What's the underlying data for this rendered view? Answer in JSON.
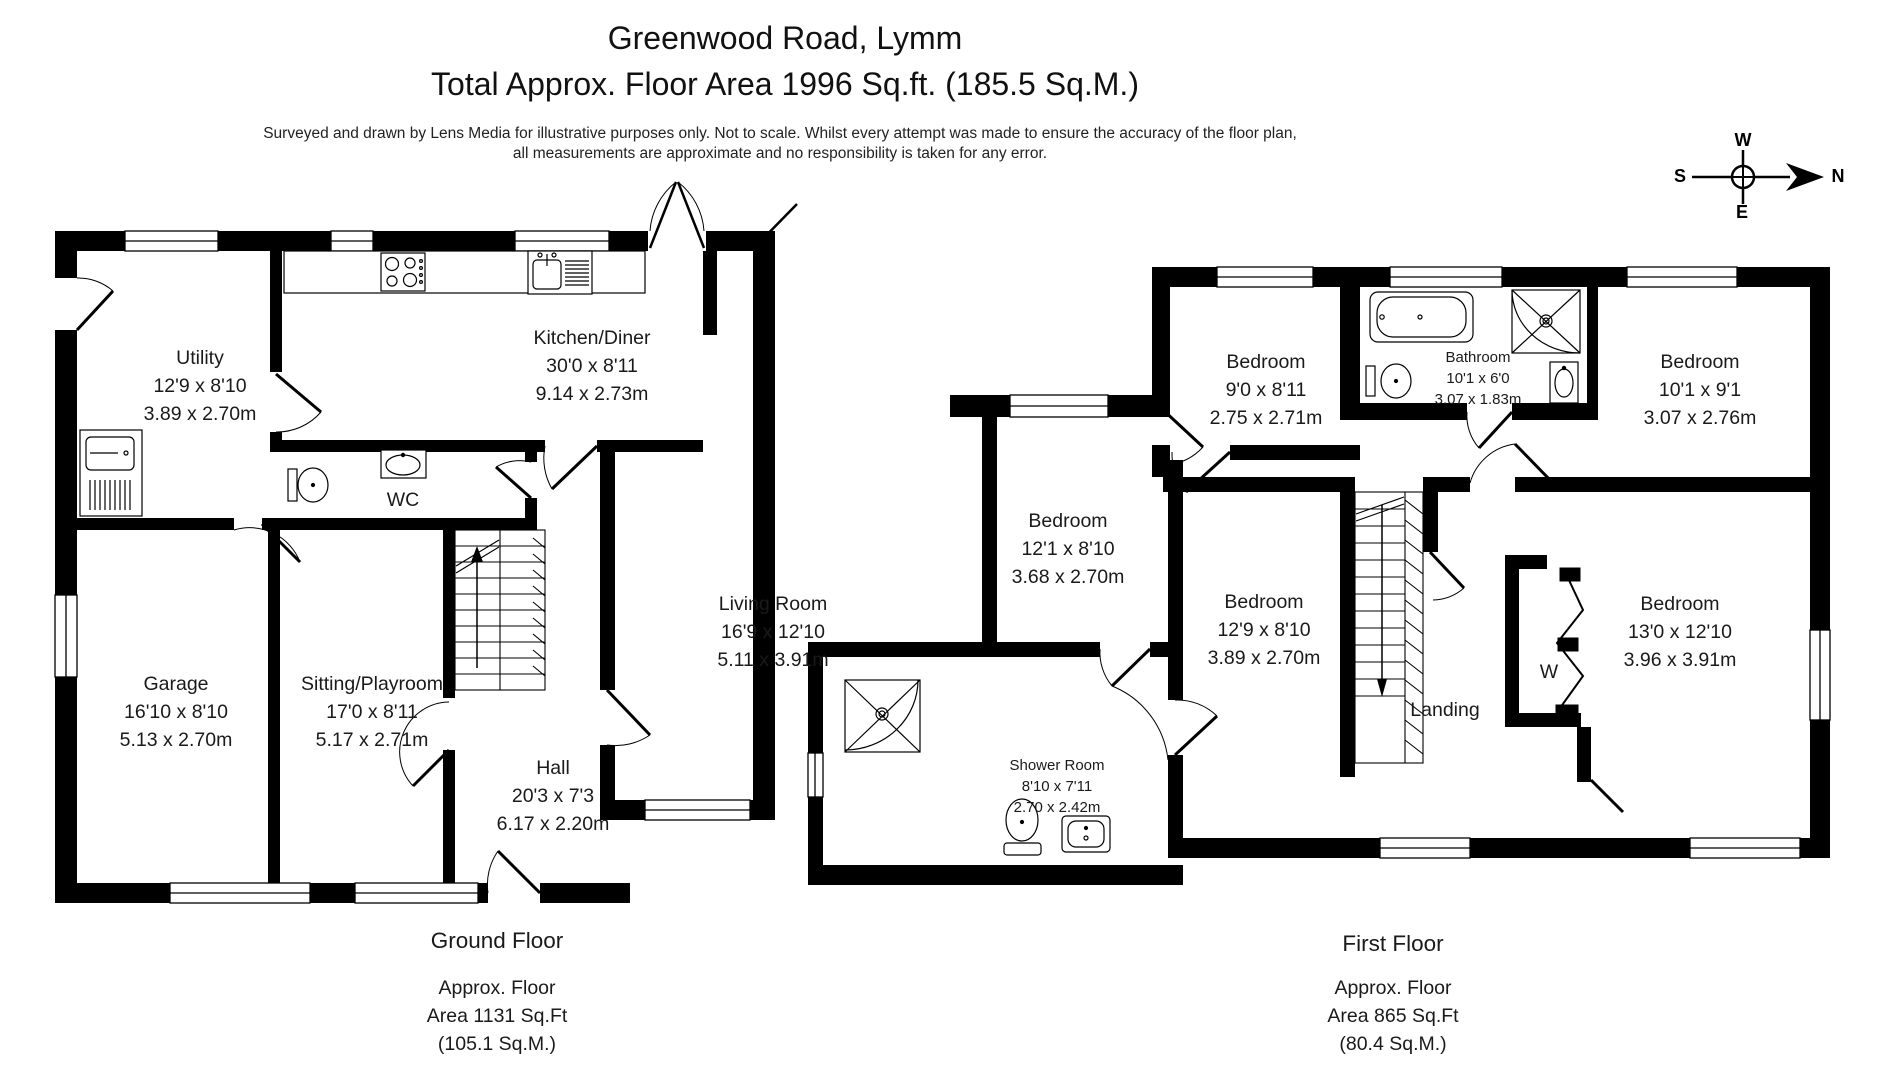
{
  "header": {
    "title": "Greenwood Road, Lymm",
    "subtitle": "Total Approx. Floor Area 1996 Sq.ft. (185.5 Sq.M.)",
    "disclaimer_line1": "Surveyed and drawn by Lens Media for illustrative purposes only. Not to scale. Whilst every attempt was made to ensure the accuracy of the floor plan,",
    "disclaimer_line2": "all measurements are approximate and no responsibility is taken for any error."
  },
  "compass": {
    "north": "N",
    "south": "S",
    "east": "E",
    "west": "W"
  },
  "ground_floor": {
    "caption": "Ground Floor",
    "area_line1": "Approx. Floor",
    "area_line2": "Area 1131 Sq.Ft",
    "area_line3": "(105.1 Sq.M.)",
    "rooms": [
      {
        "name": "Utility",
        "imperial": "12'9 x 8'10",
        "metric": "3.89 x 2.70m"
      },
      {
        "name": "Kitchen/Diner",
        "imperial": "30'0 x 8'11",
        "metric": "9.14 x 2.73m"
      },
      {
        "name": "WC",
        "imperial": "",
        "metric": ""
      },
      {
        "name": "Garage",
        "imperial": "16'10 x 8'10",
        "metric": "5.13 x 2.70m"
      },
      {
        "name": "Sitting/Playroom",
        "imperial": "17'0 x 8'11",
        "metric": "5.17 x 2.71m"
      },
      {
        "name": "Living Room",
        "imperial": "16'9 x 12'10",
        "metric": "5.11 x 3.91m"
      },
      {
        "name": "Hall",
        "imperial": "20'3 x 7'3",
        "metric": "6.17 x 2.20m"
      }
    ]
  },
  "first_floor": {
    "caption": "First Floor",
    "area_line1": "Approx. Floor",
    "area_line2": "Area 865 Sq.Ft",
    "area_line3": "(80.4 Sq.M.)",
    "rooms": [
      {
        "name": "Bedroom",
        "imperial": "9'0 x 8'11",
        "metric": "2.75 x 2.71m"
      },
      {
        "name": "Bathroom",
        "imperial": "10'1 x 6'0",
        "metric": "3.07 x 1.83m"
      },
      {
        "name": "Bedroom",
        "imperial": "10'1 x 9'1",
        "metric": "3.07 x 2.76m"
      },
      {
        "name": "Bedroom",
        "imperial": "12'1 x 8'10",
        "metric": "3.68 x 2.70m"
      },
      {
        "name": "Bedroom",
        "imperial": "12'9 x 8'10",
        "metric": "3.89 x 2.70m"
      },
      {
        "name": "Bedroom",
        "imperial": "13'0 x 12'10",
        "metric": "3.96 x 3.91m"
      },
      {
        "name": "Shower Room",
        "imperial": "8'10 x 7'11",
        "metric": "2.70 x 2.42m"
      },
      {
        "name": "Landing",
        "imperial": "",
        "metric": ""
      },
      {
        "name": "W",
        "imperial": "",
        "metric": ""
      }
    ]
  }
}
